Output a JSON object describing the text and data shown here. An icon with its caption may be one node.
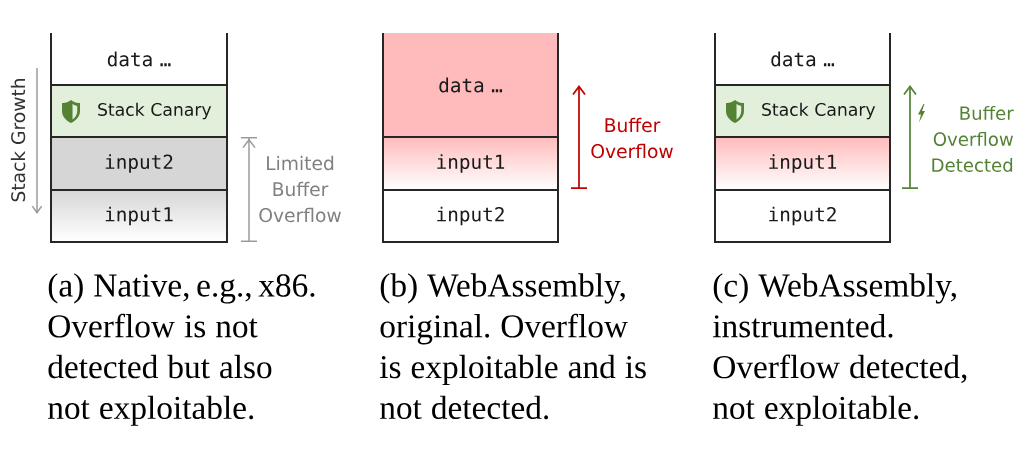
{
  "diagram": {
    "nodes": [
      {
        "text": [
          "data …"
        ]
      },
      {
        "text": [
          "Stack Canary"
        ]
      },
      {
        "text": [
          "input2"
        ]
      },
      {
        "text": [
          "input1"
        ]
      },
      {
        "text": [
          "data …"
        ]
      },
      {
        "text": [
          "input1"
        ]
      },
      {
        "text": [
          "input2"
        ]
      },
      {
        "text": [
          "data …"
        ]
      },
      {
        "text": [
          "Stack Canary"
        ]
      },
      {
        "text": [
          "input1"
        ]
      },
      {
        "text": [
          "input2"
        ]
      }
    ],
    "labels": [
      "Stack Growth",
      "Limited Buffer Overflow",
      "Buffer Overflow",
      "Buffer Overflow Detected",
      "(a) Native, e.g., x86. Overflow is not detected but also not exploitable.",
      "(b) WebAssembly, original. Overflow is exploitable and is not detected.",
      "(c) WebAssembly, instrumented. Overflow detected, not exploitable."
    ]
  }
}
